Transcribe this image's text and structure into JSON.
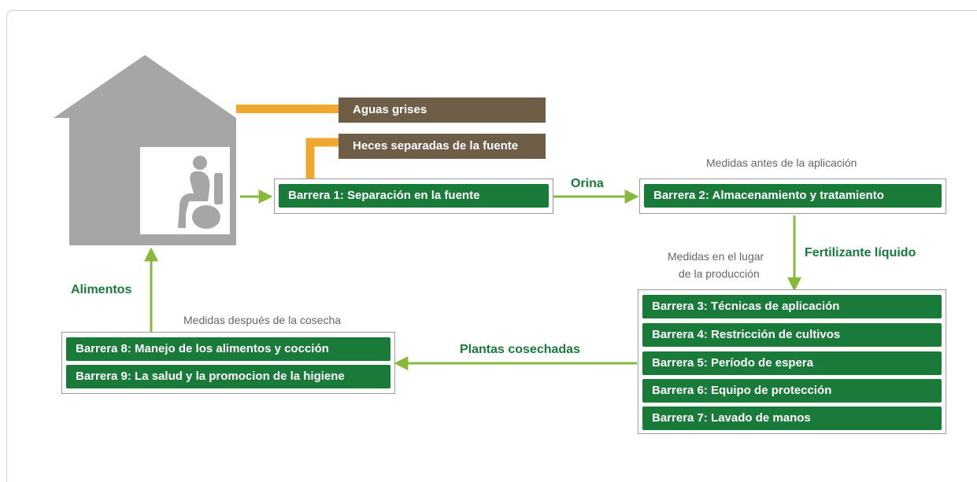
{
  "colors": {
    "barrier_green": "#1a7a3a",
    "arrow_green": "#8ab83c",
    "pipe_orange": "#f0a830",
    "brown": "#6e5e48",
    "house_gray": "#a6a6a6"
  },
  "outputs": {
    "greywater": "Aguas grises",
    "feces": "Heces separadas de la fuente"
  },
  "flow_labels": {
    "urine": "Orina",
    "liquid_fertilizer": "Fertilizante líquido",
    "harvested_plants": "Plantas cosechadas",
    "food": "Alimentos"
  },
  "stage_labels": {
    "before_application": "Medidas antes de la aplicación",
    "at_production_line1": "Medidas en el lugar",
    "at_production_line2": "de la producción",
    "after_harvest": "Medidas después de la cosecha"
  },
  "barriers": {
    "b1": "Barrera 1: Separación en la fuente",
    "b2": "Barrera 2: Almacenamiento y tratamiento",
    "production": [
      "Barrera 3: Técnicas de aplicación",
      "Barrera 4: Restricción de cultivos",
      "Barrera 5: Período de espera",
      "Barrera 6: Equipo de protección",
      "Barrera 7: Lavado de manos"
    ],
    "post_harvest": [
      "Barrera 8: Manejo de los alimentos y cocción",
      "Barrera 9: La salud y la promocion de la higiene"
    ]
  },
  "icons": {
    "house": "house-icon",
    "toilet_user": "person-on-toilet-icon"
  }
}
